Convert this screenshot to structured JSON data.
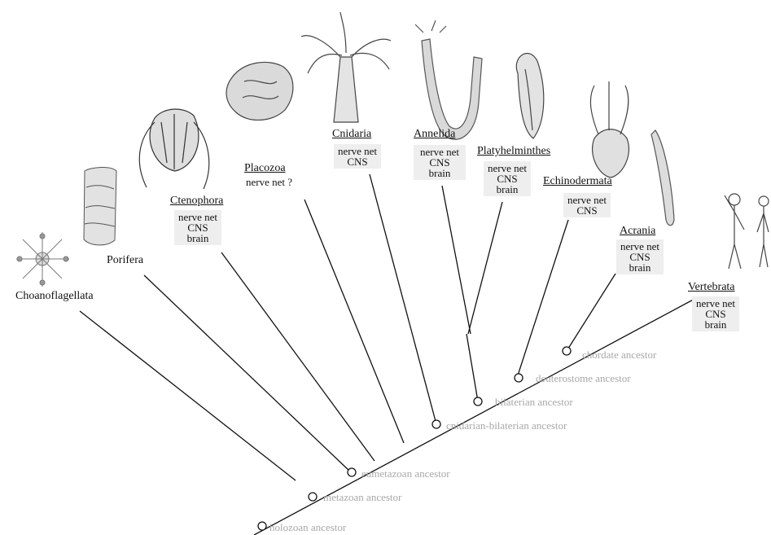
{
  "taxa": {
    "choanoflagellata": {
      "name": "Choanoflagellata"
    },
    "porifera": {
      "name": "Porifera"
    },
    "ctenophora": {
      "name": "Ctenophora",
      "traits": [
        "nerve net",
        "CNS",
        "brain"
      ]
    },
    "placozoa": {
      "name": "Placozoa",
      "traits": [
        "nerve net ?"
      ]
    },
    "cnidaria": {
      "name": "Cnidaria",
      "traits": [
        "nerve net",
        "CNS"
      ]
    },
    "annelida": {
      "name": "Annelida",
      "traits": [
        "nerve net",
        "CNS",
        "brain"
      ]
    },
    "platyhelminthes": {
      "name": "Platyhelminthes",
      "traits": [
        "nerve net",
        "CNS",
        "brain"
      ]
    },
    "echinodermata": {
      "name": "Echinodermata",
      "traits": [
        "nerve net",
        "CNS"
      ]
    },
    "acrania": {
      "name": "Acrania",
      "traits": [
        "nerve net",
        "CNS",
        "brain"
      ]
    },
    "vertebrata": {
      "name": "Vertebrata",
      "traits": [
        "nerve net",
        "CNS",
        "brain"
      ]
    }
  },
  "ancestors": {
    "holozoan": "holozoan ancestor",
    "metazoan": "metazoan ancestor",
    "eumetazoan": "eumetazoan ancestor",
    "cnidarian_bilaterian": "cnidarian-bilaterian ancestor",
    "bilaterian": "bilaterian ancestor",
    "deuterostome": "deuterostome ancestor",
    "chordate": "chordate ancestor"
  },
  "colors": {
    "tree_line": "#111111",
    "ancestor_label": "#a8a8a8",
    "trait_box": "#eeeeee"
  }
}
